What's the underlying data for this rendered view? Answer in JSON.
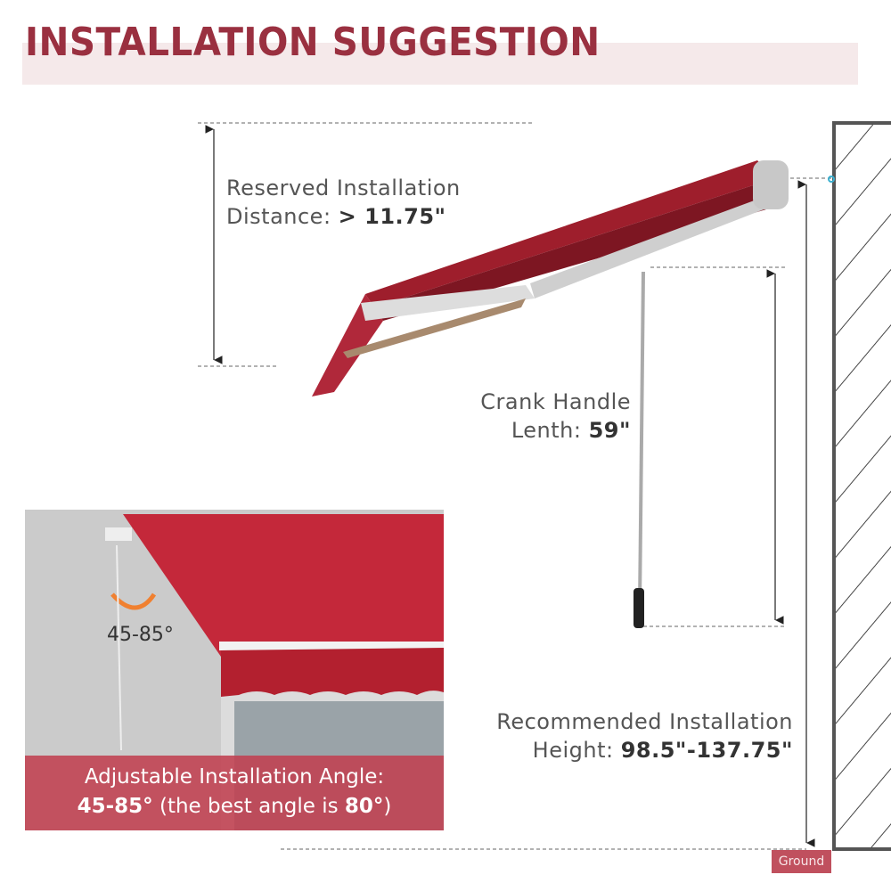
{
  "title": "INSTALLATION SUGGESTION",
  "reserved": {
    "line1": "Reserved Installation",
    "line2_prefix": "Distance: ",
    "value": "> 11.75\""
  },
  "crank": {
    "line1": "Crank Handle",
    "line2_prefix": "Lenth: ",
    "value": "59\""
  },
  "height": {
    "line1": "Recommended Installation",
    "line2_prefix": "Height: ",
    "value": "98.5\"-137.75\""
  },
  "ground_label": "Ground",
  "inset": {
    "angle_label": "45-85°",
    "caption_line1": "Adjustable Installation Angle:",
    "caption_value": "45-85°",
    "caption_middle": " (the best angle is ",
    "caption_best": "80°",
    "caption_end": ")"
  },
  "colors": {
    "brand": "#9a3040",
    "awning": "#a8202e",
    "band": "#f5e9ea",
    "ground": "#c0505e"
  }
}
